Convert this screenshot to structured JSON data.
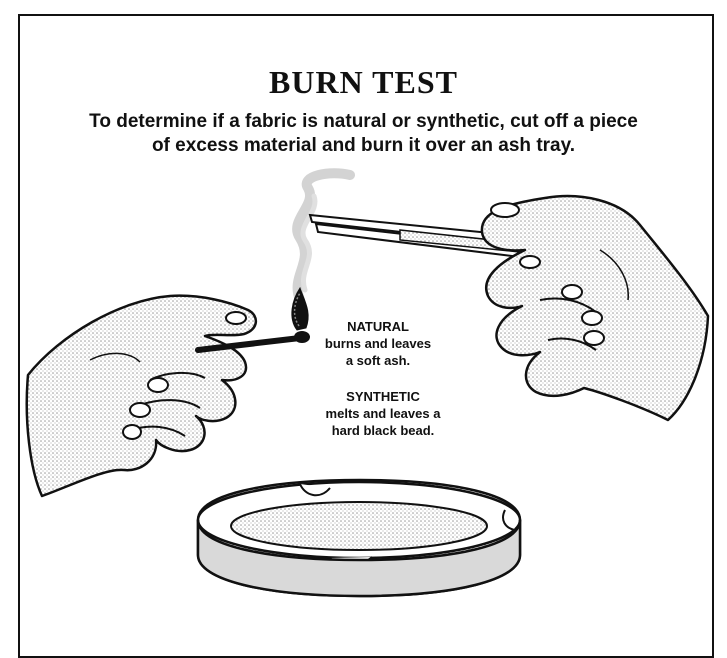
{
  "title": "BURN TEST",
  "subtitle": {
    "line1": "To determine if a fabric is natural or synthetic, cut off a piece",
    "line2": "of excess material and burn it over an ash tray."
  },
  "natural": {
    "heading": "NATURAL",
    "line1": "burns and leaves",
    "line2": "a soft ash."
  },
  "synthetic": {
    "heading": "SYNTHETIC",
    "line1": "melts and leaves a",
    "line2": "hard black bead."
  },
  "colors": {
    "ink": "#111111",
    "shade": "#cfcfcf",
    "paper": "#ffffff"
  },
  "icons": [
    "left-hand-icon",
    "right-hand-icon",
    "tweezers-icon",
    "match-icon",
    "flame-icon",
    "smoke-icon",
    "ashtray-icon"
  ]
}
